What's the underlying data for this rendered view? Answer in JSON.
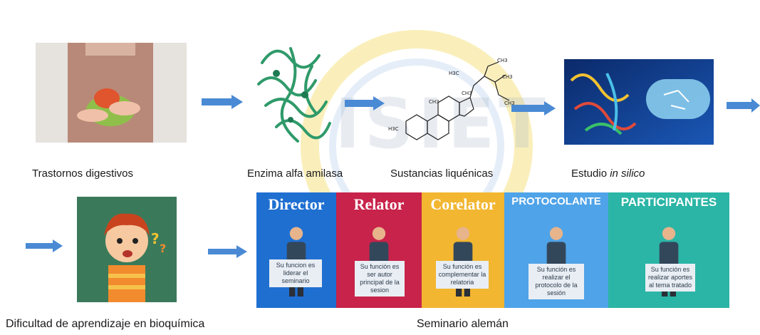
{
  "captions": {
    "digestive": "Trastornos digestivos",
    "enzyme": "Enzima alfa amilasa",
    "lichen": "Sustancias liquénicas",
    "study_prefix": "Estudio ",
    "study_italic": "in silico",
    "learning": "Dificultad de aprendizaje en bioquímica",
    "seminar": "Seminario alemán"
  },
  "watermark": {
    "text": "ISIET"
  },
  "molecule_labels": {
    "ch3_top": "CH3",
    "h3c_left": "H3C",
    "ch3_right": "CH3",
    "ch3_a": "CH3",
    "ch3_b": "CH3",
    "h3c_bottom": "H3C",
    "ch3_bottom": "CH3"
  },
  "seminar_panels": [
    {
      "title": "Director",
      "desc": "Su funcion es liderar el seminario",
      "color": "#1f6fd1"
    },
    {
      "title": "Relator",
      "desc": "Su función es ser autor principal de la sesion",
      "color": "#c8234a"
    },
    {
      "title": "Corelator",
      "desc": "Su función es complementar la relatoria",
      "color": "#f2b630"
    },
    {
      "title": "PROTOCOLANTE",
      "desc": "Su función es realizar el protocolo de la sesión",
      "color": "#4fa3e8"
    },
    {
      "title": "PARTICIPANTES",
      "desc": "Su función es realizar aportes al tema tratado",
      "color": "#2bb5a6"
    }
  ],
  "colors": {
    "arrow": "#4a8ad4"
  }
}
